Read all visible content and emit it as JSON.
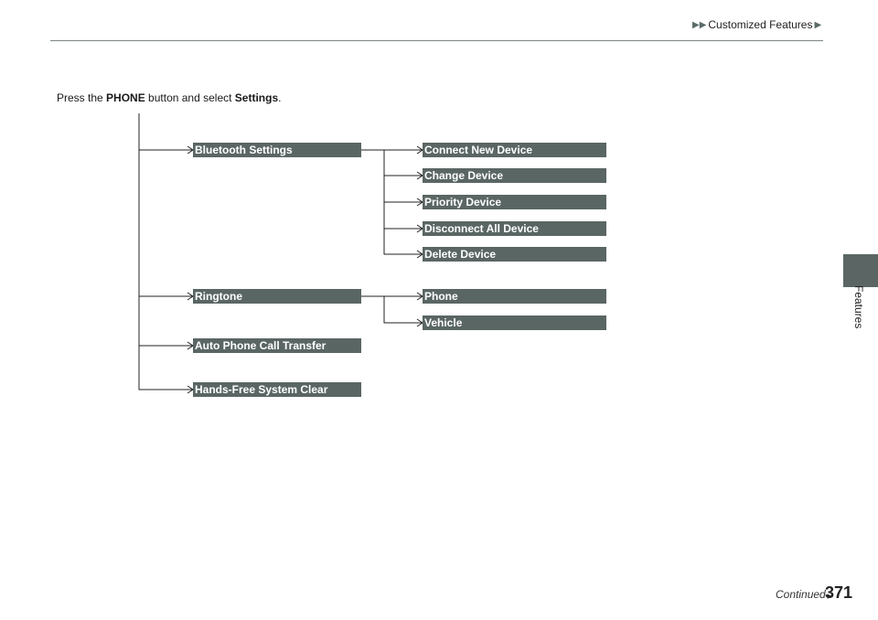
{
  "header": {
    "section_title": "Customized Features"
  },
  "side_tab": {
    "label": "Features"
  },
  "intro": {
    "prefix": "Press the ",
    "button": "PHONE",
    "middle": " button and select ",
    "target": "Settings",
    "suffix": "."
  },
  "menu": {
    "bluetooth_settings": "Bluetooth Settings",
    "connect_new_device": "Connect New Device",
    "change_device": "Change Device",
    "priority_device": "Priority Device",
    "disconnect_all_device": "Disconnect All Device",
    "delete_device": "Delete Device",
    "ringtone": "Ringtone",
    "phone": "Phone",
    "vehicle": "Vehicle",
    "auto_phone_call_transfer": "Auto Phone Call Transfer",
    "hands_free_system_clear": "Hands-Free System Clear"
  },
  "footer": {
    "continued": "Continued",
    "page_number": "371"
  },
  "colors": {
    "box_fill": "#5a6664",
    "side_tab": "#5b6664"
  }
}
